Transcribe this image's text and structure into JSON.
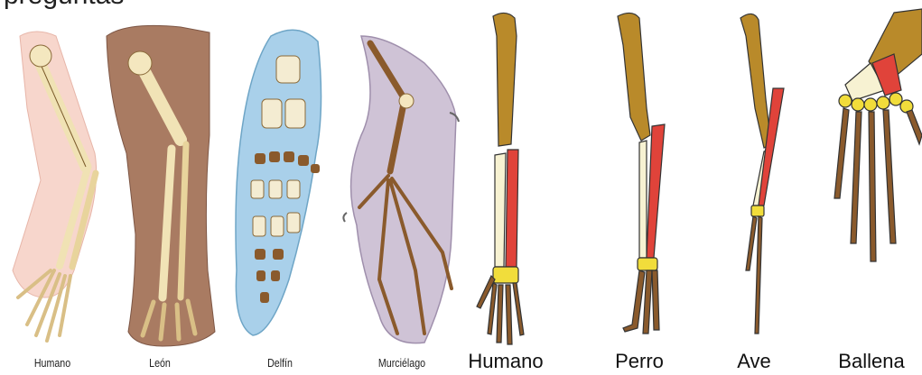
{
  "header": {
    "cut_text": "preguntas"
  },
  "left_panel": {
    "labels": [
      "Humano",
      "León",
      "Delfín",
      "Murciélago"
    ]
  },
  "right_panel": {
    "labels": [
      "Humano",
      "Perro",
      "Ave",
      "Ballena"
    ]
  },
  "colors": {
    "humerus": "#b98a2a",
    "ulna": "#f7f2d2",
    "radius": "#e0433a",
    "carpals": "#f1dd3b",
    "phalanges": "#8a5a2c",
    "outline": "#333333",
    "skin_human": "#f6cfc4",
    "skin_lion": "#a97b62",
    "skin_dolphin": "#a9d0ea",
    "skin_bat": "#cfc3d6"
  }
}
